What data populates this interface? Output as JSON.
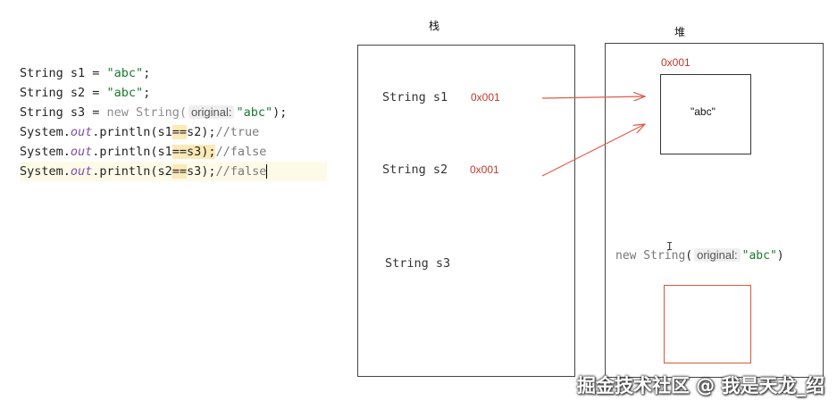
{
  "code_lines": {
    "l1": {
      "a": "String s1 = ",
      "b": "\"abc\"",
      "c": ";"
    },
    "l2": {
      "a": "String s2 = ",
      "b": "\"abc\"",
      "c": ";"
    },
    "l3": {
      "a": "String s3 = ",
      "kw": "new String(",
      "hint": "original:",
      "b": "\"abc\"",
      "c": ");"
    },
    "l4": {
      "a": "System.",
      "ital": "out",
      "b": ".println(s1",
      "op": "==",
      "d": "s2);",
      "cmt": "//true"
    },
    "l5": {
      "a": "System.",
      "ital": "out",
      "b": ".println(s1",
      "op": "==",
      "d": "s3);",
      "cmt": "//false"
    },
    "l6": {
      "a": "System.",
      "ital": "out",
      "b": ".println(s2",
      "op": "==",
      "d": "s3);",
      "cmt": "//false"
    }
  },
  "stack": {
    "title": "栈",
    "var1": "String s1",
    "addr1": "0x001",
    "var2": "String s2",
    "addr2": "0x001",
    "var3": "String s3"
  },
  "heap": {
    "title": "堆",
    "addr": "0x001",
    "value": "\"abc\"",
    "new_expr": {
      "kw": "new String",
      "paren_open": "(",
      "hint": "original:",
      "value": "\"abc\"",
      "paren_close": ")"
    },
    "cursor": "I"
  },
  "watermark": "掘金技术社区 @ 我是天龙_绍",
  "colors": {
    "arrow": "#e05a4a",
    "address": "#c0392b",
    "string_literal": "#1b7a2e"
  }
}
